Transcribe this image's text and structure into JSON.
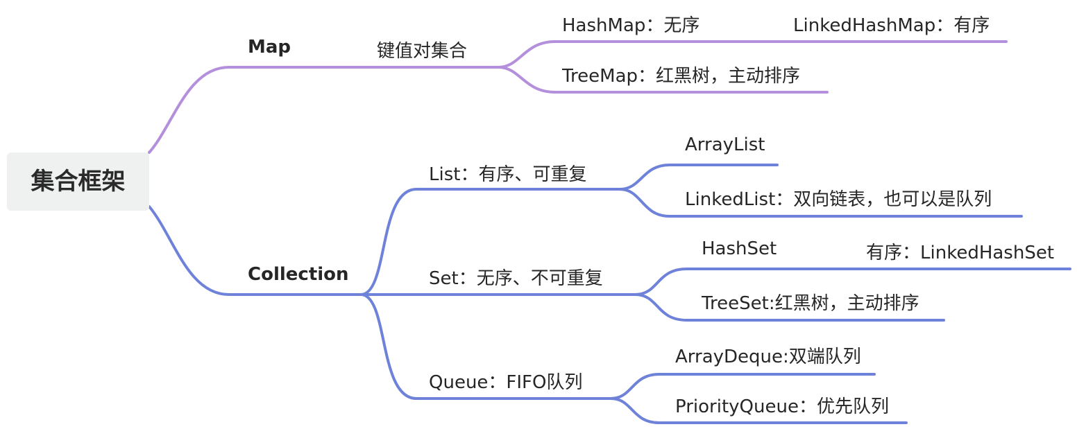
{
  "root": {
    "label": "集合框架"
  },
  "colors": {
    "map_branch": "#b38fdc",
    "collection_branch": "#6f82d9",
    "root_bg": "#eff1f1"
  },
  "map": {
    "label": "Map",
    "desc": "键值对集合",
    "items": [
      {
        "label": "HashMap：无序"
      },
      {
        "label": "LinkedHashMap：有序"
      },
      {
        "label": "TreeMap：红黑树，主动排序"
      }
    ]
  },
  "collection": {
    "label": "Collection",
    "list": {
      "label": "List：有序、可重复",
      "items": [
        {
          "label": "ArrayList"
        },
        {
          "label": "LinkedList：双向链表，也可以是队列"
        }
      ]
    },
    "set": {
      "label": "Set：无序、不可重复",
      "items": [
        {
          "label": "HashSet"
        },
        {
          "label": "有序：LinkedHashSet"
        },
        {
          "label": "TreeSet:红黑树，主动排序"
        }
      ]
    },
    "queue": {
      "label": "Queue：FIFO队列",
      "items": [
        {
          "label": "ArrayDeque:双端队列"
        },
        {
          "label": "PriorityQueue：优先队列"
        }
      ]
    }
  }
}
